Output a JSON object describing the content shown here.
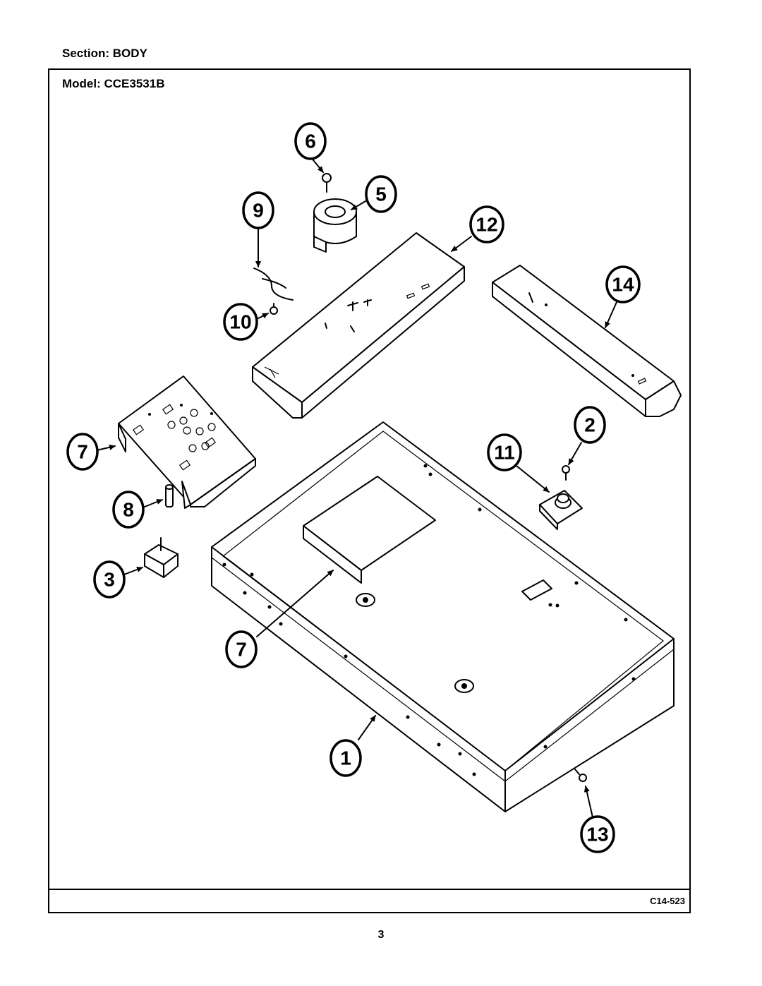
{
  "header": {
    "section_label": "Section:  BODY",
    "model_label": "Model:  CCE3531B"
  },
  "footer": {
    "drawing_code": "C14-523",
    "page_number": "3"
  },
  "callouts": [
    {
      "id": "callout-6",
      "label": "6"
    },
    {
      "id": "callout-5",
      "label": "5"
    },
    {
      "id": "callout-9",
      "label": "9"
    },
    {
      "id": "callout-12",
      "label": "12"
    },
    {
      "id": "callout-14",
      "label": "14"
    },
    {
      "id": "callout-10",
      "label": "10"
    },
    {
      "id": "callout-7-top",
      "label": "7"
    },
    {
      "id": "callout-2",
      "label": "2"
    },
    {
      "id": "callout-11",
      "label": "11"
    },
    {
      "id": "callout-8",
      "label": "8"
    },
    {
      "id": "callout-3",
      "label": "3"
    },
    {
      "id": "callout-7-bottom",
      "label": "7"
    },
    {
      "id": "callout-1",
      "label": "1"
    },
    {
      "id": "callout-13",
      "label": "13"
    }
  ]
}
